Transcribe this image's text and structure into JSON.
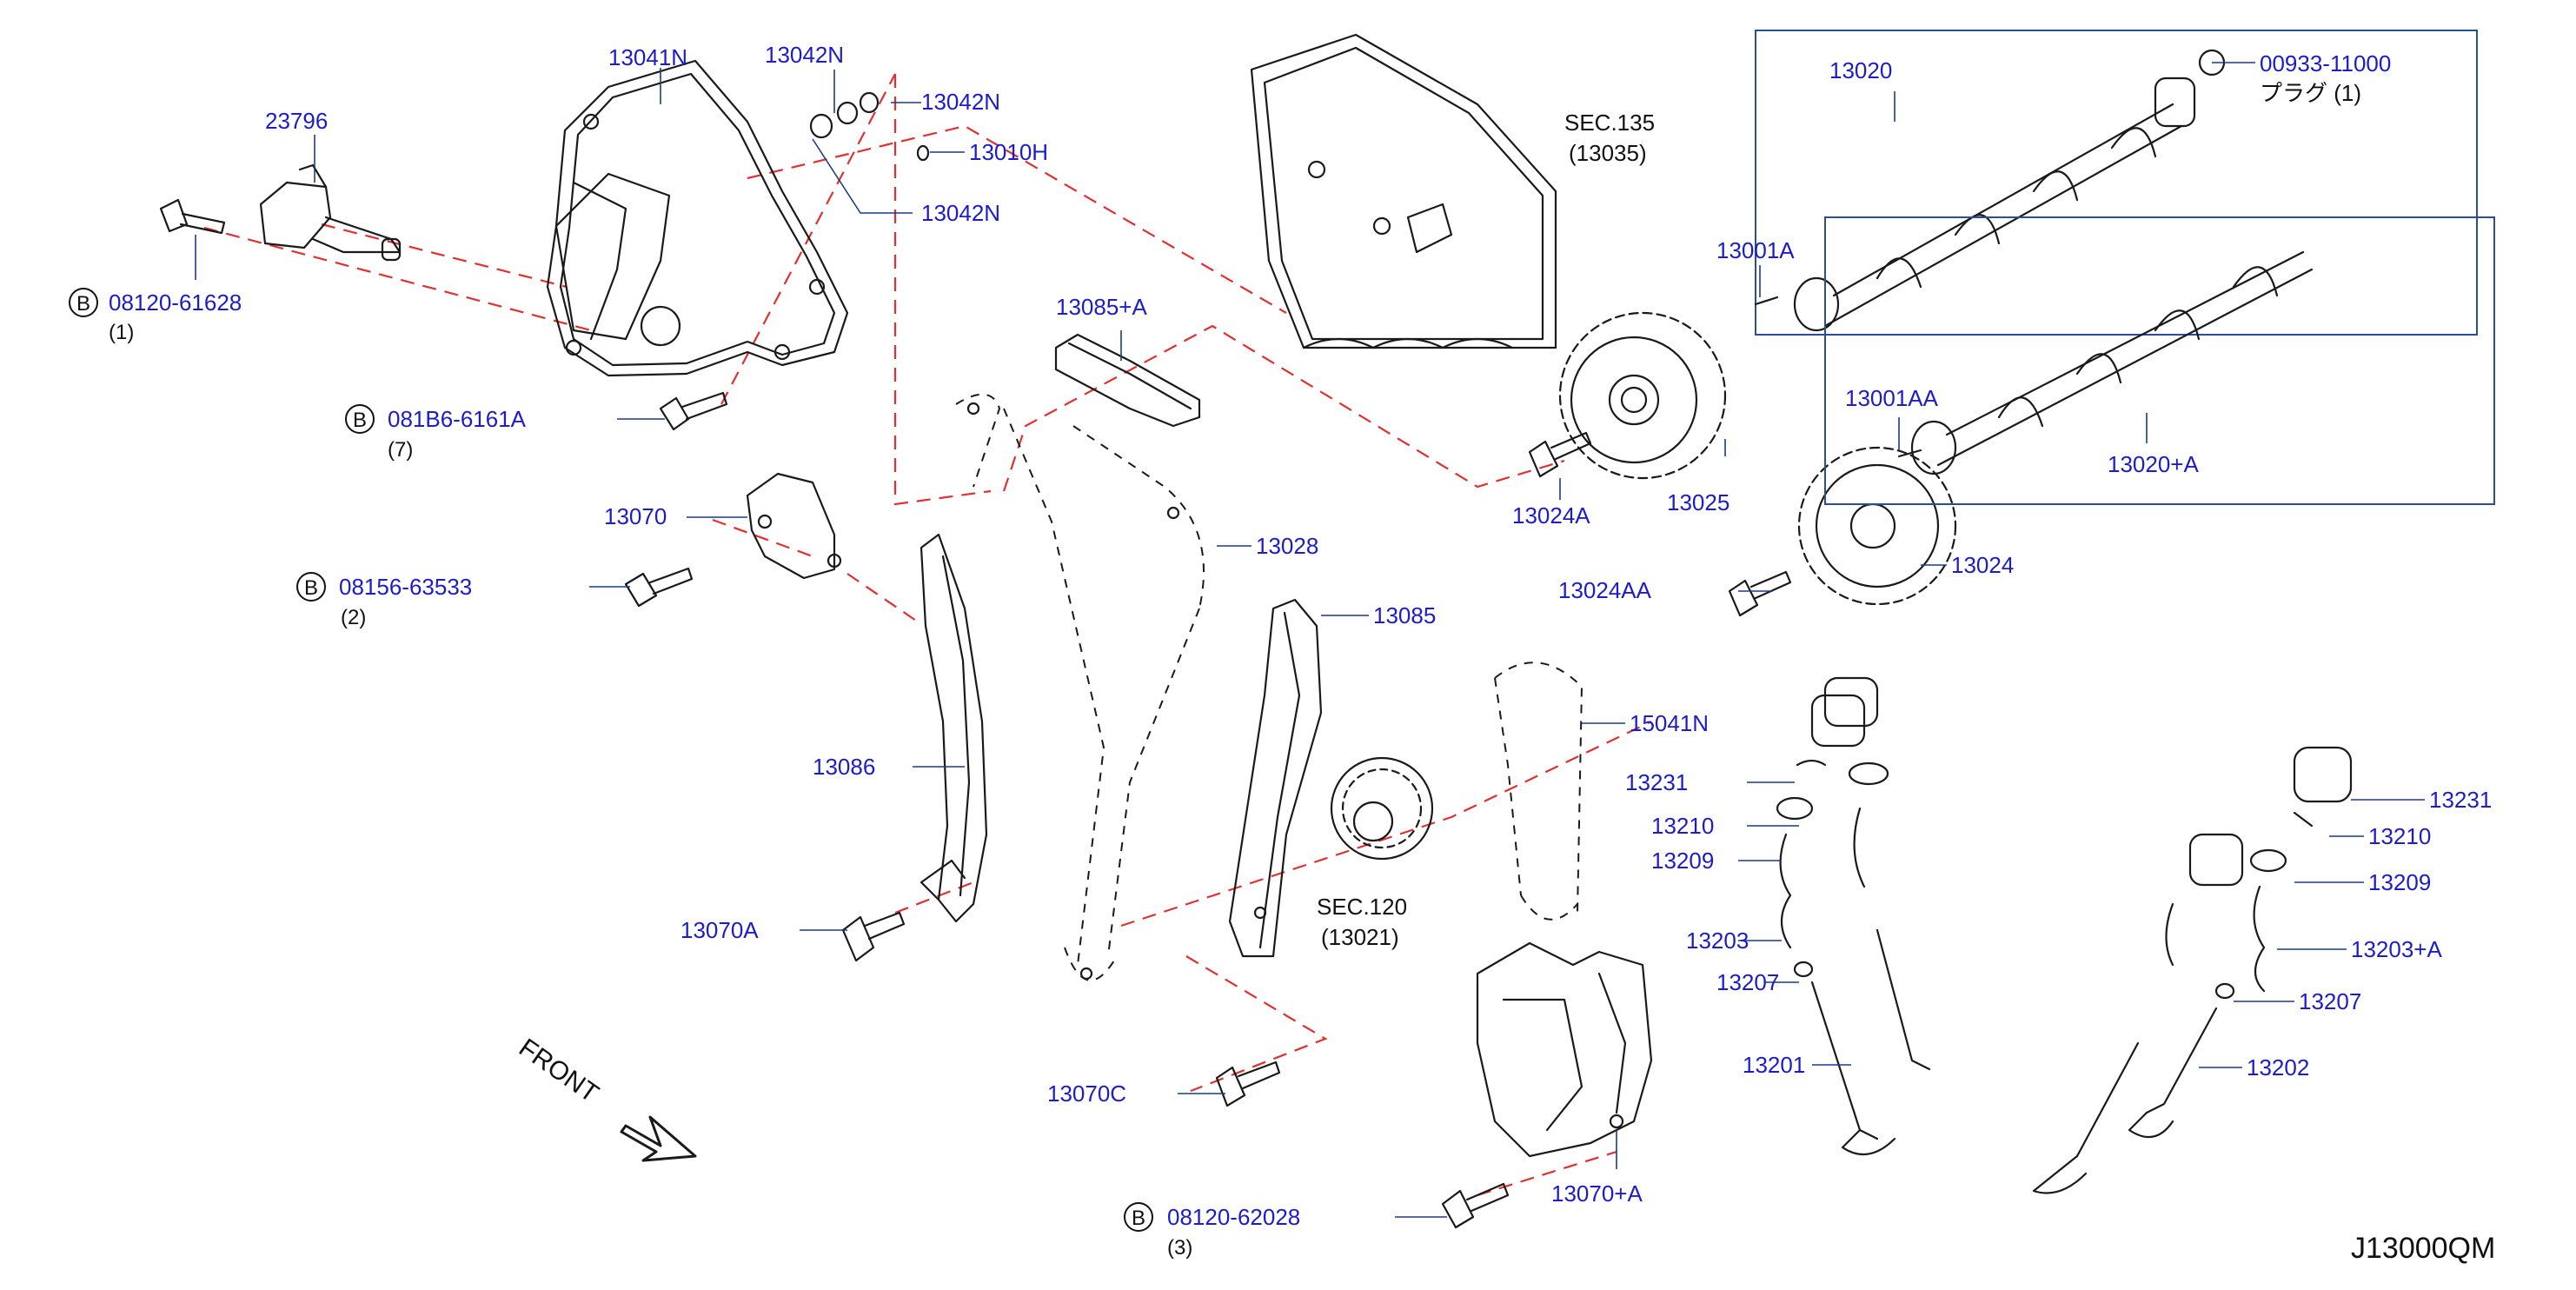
{
  "diagram_id": "J13000QM",
  "front_label": "FRONT",
  "bolt_badge": "B",
  "parts": [
    {
      "id": "p13041N",
      "label": "13041N"
    },
    {
      "id": "p13042N_a",
      "label": "13042N"
    },
    {
      "id": "p13042N_b",
      "label": "13042N"
    },
    {
      "id": "p13042N_c",
      "label": "13042N"
    },
    {
      "id": "p13010H",
      "label": "13010H"
    },
    {
      "id": "p23796",
      "label": "23796"
    },
    {
      "id": "p08120_61628",
      "label": "08120-61628",
      "qty": "(1)"
    },
    {
      "id": "p081B6_6161A",
      "label": "081B6-6161A",
      "qty": "(7)"
    },
    {
      "id": "p13070",
      "label": "13070"
    },
    {
      "id": "p08156_63533",
      "label": "08156-63533",
      "qty": "(2)"
    },
    {
      "id": "p13086",
      "label": "13086"
    },
    {
      "id": "p13070A",
      "label": "13070A"
    },
    {
      "id": "p13085A",
      "label": "13085+A"
    },
    {
      "id": "p13028",
      "label": "13028"
    },
    {
      "id": "p13085",
      "label": "13085"
    },
    {
      "id": "p13070C",
      "label": "13070C"
    },
    {
      "id": "p08120_62028",
      "label": "08120-62028",
      "qty": "(3)"
    },
    {
      "id": "p13070pA",
      "label": "13070+A"
    },
    {
      "id": "p15041N",
      "label": "15041N"
    },
    {
      "id": "p13024A",
      "label": "13024A"
    },
    {
      "id": "p13025",
      "label": "13025"
    },
    {
      "id": "p13024AA",
      "label": "13024AA"
    },
    {
      "id": "p13024",
      "label": "13024"
    },
    {
      "id": "p13020",
      "label": "13020"
    },
    {
      "id": "p00933",
      "label": "00933-11000",
      "note": "プラグ  (1)"
    },
    {
      "id": "p13001A",
      "label": "13001A"
    },
    {
      "id": "p13001AA",
      "label": "13001AA"
    },
    {
      "id": "p13020A",
      "label": "13020+A"
    },
    {
      "id": "p13231_l",
      "label": "13231"
    },
    {
      "id": "p13210_l",
      "label": "13210"
    },
    {
      "id": "p13209_l",
      "label": "13209"
    },
    {
      "id": "p13203",
      "label": "13203"
    },
    {
      "id": "p13207_l",
      "label": "13207"
    },
    {
      "id": "p13201",
      "label": "13201"
    },
    {
      "id": "p13231_r",
      "label": "13231"
    },
    {
      "id": "p13210_r",
      "label": "13210"
    },
    {
      "id": "p13209_r",
      "label": "13209"
    },
    {
      "id": "p13203A",
      "label": "13203+A"
    },
    {
      "id": "p13207_r",
      "label": "13207"
    },
    {
      "id": "p13202",
      "label": "13202"
    }
  ],
  "sections": [
    {
      "id": "sec135",
      "title": "SEC.135",
      "ref": "(13035)"
    },
    {
      "id": "sec120",
      "title": "SEC.120",
      "ref": "(13021)"
    }
  ]
}
